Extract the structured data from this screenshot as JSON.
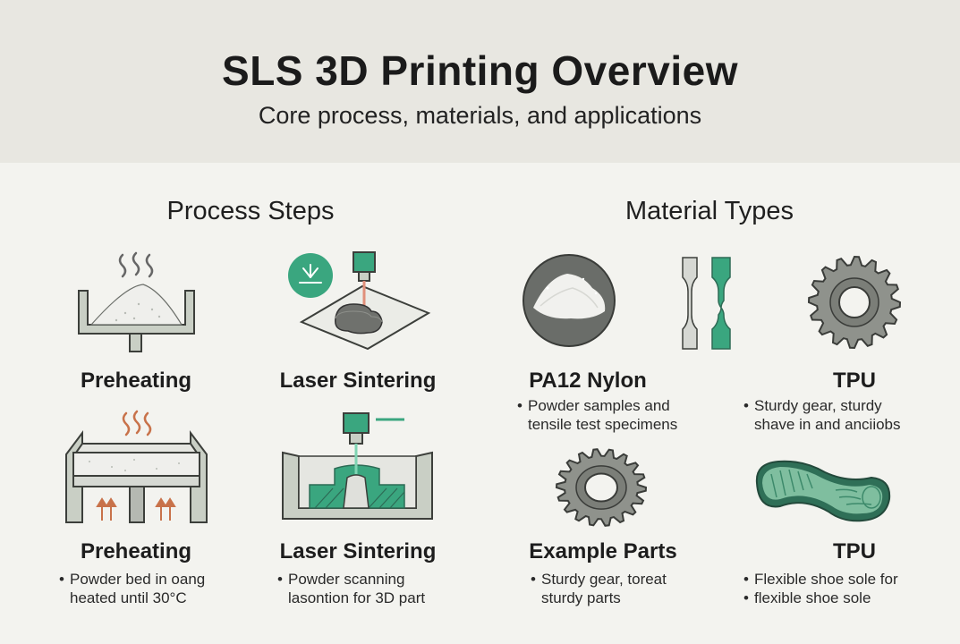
{
  "header": {
    "title": "SLS 3D Printing Overview",
    "subtitle": "Core process, materials, and applications"
  },
  "process": {
    "title": "Process Steps",
    "cards": [
      {
        "label": "Preheating",
        "bullets": []
      },
      {
        "label": "Laser Sintering",
        "bullets": []
      },
      {
        "label": "Preheating",
        "bullets": [
          "Powder bed in oang",
          "heated until 30°C"
        ]
      },
      {
        "label": "Laser Sintering",
        "bullets": [
          "Powder scanning",
          "lasontion for 3D part"
        ]
      }
    ]
  },
  "materials": {
    "title": "Material Types",
    "cards": [
      {
        "label": "PA12 Nylon",
        "bullets": [
          "Powder samples and",
          "tensile test specimens"
        ]
      },
      {
        "label": "TPU",
        "bullets": [
          "Sturdy gear, sturdy",
          "shave in and anciiobs"
        ]
      },
      {
        "label": "Example Parts",
        "bullets": [
          "Sturdy gear, toreat",
          "sturdy parts"
        ]
      },
      {
        "label": "TPU",
        "bullets": [
          "Flexible shoe sole for",
          "flexible shoe sole"
        ]
      }
    ]
  },
  "colors": {
    "accent_green": "#3aa67f",
    "gear_gray": "#8f928c",
    "heat_orange": "#c8724a",
    "header_bg": "#e8e7e1"
  },
  "icons": [
    "heat-waves-icon",
    "laser-icon",
    "heat-arrow-icon",
    "powder-icon",
    "tensile-specimen-icon",
    "gear-icon",
    "shoe-sole-icon"
  ]
}
